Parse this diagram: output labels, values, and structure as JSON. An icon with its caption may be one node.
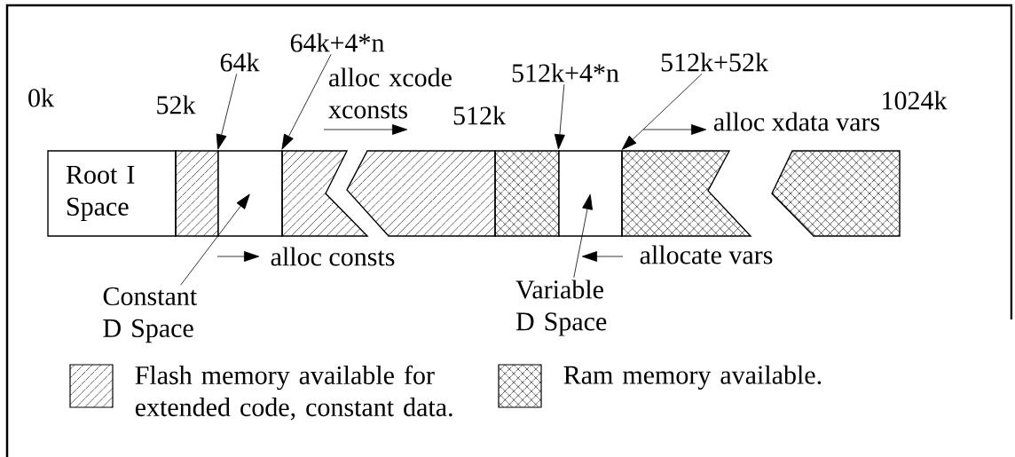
{
  "diagram": {
    "nodes": [
      {
        "text": [
          "Root I Space"
        ]
      },
      {
        "text": [],
        "shape": "box"
      },
      {
        "text": [],
        "shape": "box"
      },
      {
        "text": [],
        "shape": "box"
      },
      {
        "text": [],
        "shape": "box"
      },
      {
        "text": [],
        "shape": "box"
      },
      {
        "text": [],
        "shape": "box"
      },
      {
        "text": [],
        "shape": "box"
      },
      {
        "text": [],
        "shape": "box"
      },
      {
        "text": [
          "64k"
        ]
      },
      {
        "text": [
          "64k+4*n"
        ]
      },
      {
        "text": [
          "512k+4*n"
        ]
      },
      {
        "text": [
          "512k+52k"
        ]
      },
      {
        "text": [
          "Constant D Space"
        ]
      },
      {
        "text": [
          "Variable D Space"
        ]
      }
    ],
    "edges": [
      {
        "from": 9,
        "to": 2,
        "arrow": "to"
      },
      {
        "from": 10,
        "to": 3,
        "arrow": "to"
      },
      {
        "from": 11,
        "to": 6,
        "arrow": "to"
      },
      {
        "from": 12,
        "to": 7,
        "arrow": "to"
      },
      {
        "from": 13,
        "to": 2,
        "arrow": "to"
      },
      {
        "from": 14,
        "to": 6,
        "arrow": "to"
      }
    ],
    "labels": [
      "0k",
      "52k",
      "alloc xcode xconsts",
      "512k",
      "1024k",
      "alloc xdata vars",
      "alloc consts",
      "allocate vars"
    ],
    "legend": [
      {
        "text": "Flash memory available for extended code, constant data."
      },
      {
        "text": "Ram memory available."
      }
    ]
  }
}
